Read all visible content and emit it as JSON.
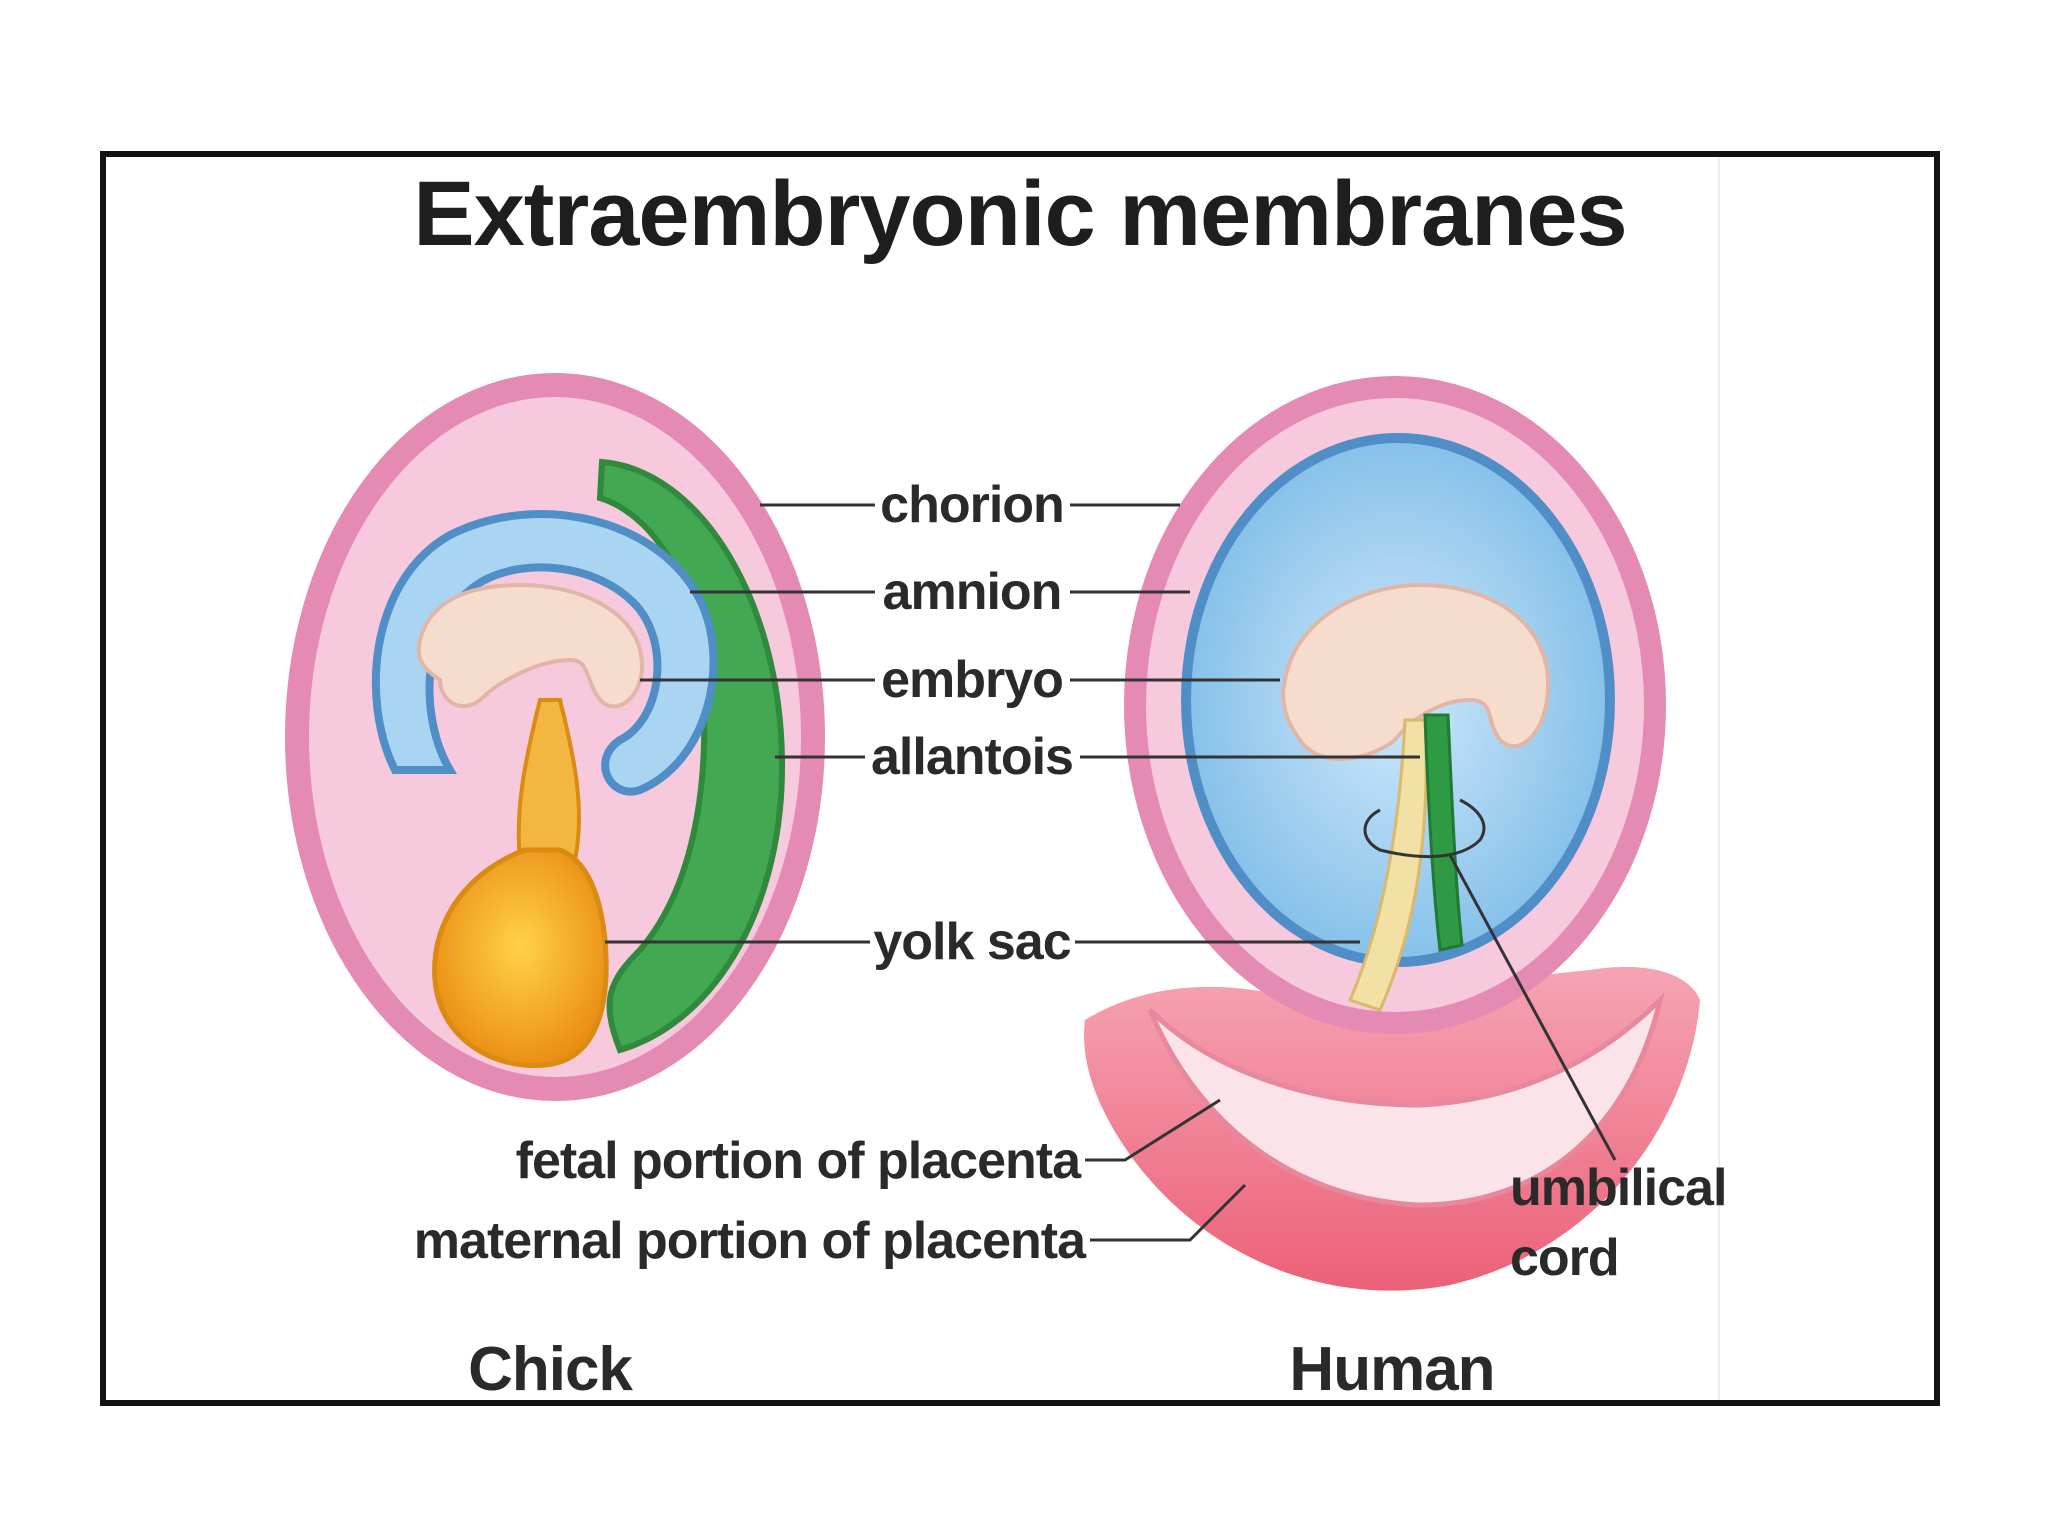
{
  "title": "Extraembryonic membranes",
  "labels": {
    "chorion": "chorion",
    "amnion": "amnion",
    "embryo": "embryo",
    "allantois": "allantois",
    "yolk_sac": "yolk sac",
    "fetal_placenta": "fetal portion of placenta",
    "maternal_placenta": "maternal portion of placenta",
    "umbilical_line1": "umbilical",
    "umbilical_line2": "cord"
  },
  "captions": {
    "left": "Chick",
    "right": "Human"
  },
  "colors": {
    "chorion": "#e58bb3",
    "chorion_fill": "#f7c9dc",
    "amnion": "#6aa8d8",
    "amnion_fill": "#a9d4f2",
    "allantois": "#3f9e4d",
    "yolk": "#f0a01a",
    "embryo": "#f6dccd",
    "placenta": "#ef6f82"
  }
}
